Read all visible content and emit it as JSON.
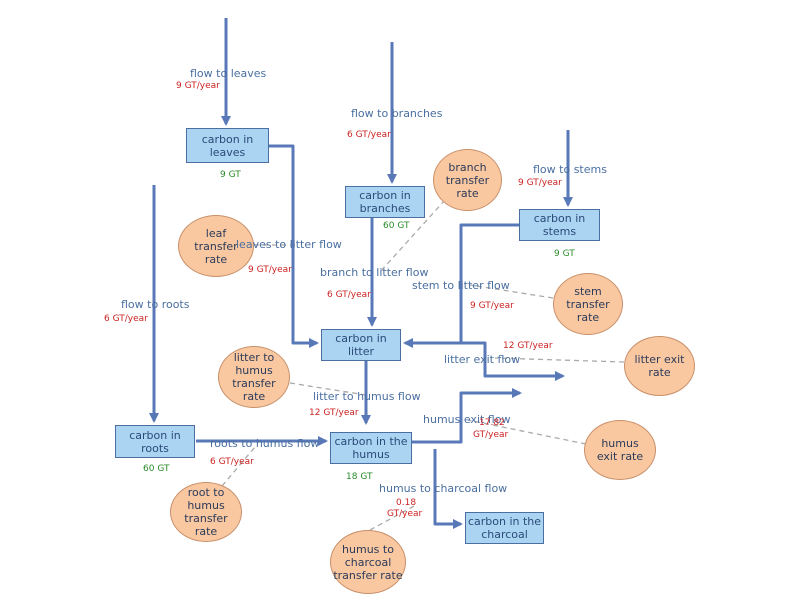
{
  "stocks": {
    "leaves": {
      "label": "carbon in leaves",
      "amount": "9 GT"
    },
    "branches": {
      "label": "carbon in branches",
      "amount": "60 GT"
    },
    "stems": {
      "label": "carbon in stems",
      "amount": "9 GT"
    },
    "litter": {
      "label": "carbon in litter"
    },
    "roots": {
      "label": "carbon in roots",
      "amount": "60 GT"
    },
    "humus": {
      "label": "carbon in the humus",
      "amount": "18 GT"
    },
    "charcoal": {
      "label": "carbon in the charcoal"
    }
  },
  "flows": {
    "to_leaves": {
      "label": "flow to leaves",
      "rate": "9 GT/year"
    },
    "to_branches": {
      "label": "flow to branches",
      "rate": "6 GT/year"
    },
    "to_stems": {
      "label": "flow to stems",
      "rate": "9 GT/year"
    },
    "to_roots": {
      "label": "flow to roots",
      "rate": "6 GT/year"
    },
    "leaves_to_litter": {
      "label": "leaves to litter flow",
      "rate": "9 GT/year"
    },
    "branch_to_litter": {
      "label": "branch to litter flow",
      "rate": "6 GT/year"
    },
    "stem_to_litter": {
      "label": "stem to litter flow",
      "rate": "9 GT/year"
    },
    "litter_to_humus": {
      "label": "litter to humus flow",
      "rate": "12 GT/year"
    },
    "litter_exit": {
      "label": "litter exit flow",
      "rate": "12 GT/year"
    },
    "roots_to_humus": {
      "label": "roots to humus flow",
      "rate": "6 GT/year"
    },
    "humus_exit": {
      "label": "humus exit flow",
      "rate_line1": "17.82",
      "rate_line2": "GT/year"
    },
    "humus_to_charcoal": {
      "label": "humus to charcoal flow",
      "rate_line1": "0.18",
      "rate_line2": "GT/year"
    }
  },
  "converters": {
    "leaf_transfer": "leaf transfer rate",
    "branch_transfer": "branch transfer rate",
    "stem_transfer": "stem transfer rate",
    "litter_humus_transfer": "litter to humus transfer rate",
    "litter_exit_rate": "litter exit rate",
    "root_humus_transfer": "root to humus transfer rate",
    "humus_exit_rate": "humus exit rate",
    "humus_charcoal_transfer": "humus to charcoal transfer rate"
  },
  "colors": {
    "flow": "#5878b8",
    "stock_fill": "#aad4f2",
    "converter_fill": "#f9c8a0",
    "rate_text": "#cc2222",
    "amount_text": "#2a8a2a",
    "connector": "#aaaaaa"
  }
}
